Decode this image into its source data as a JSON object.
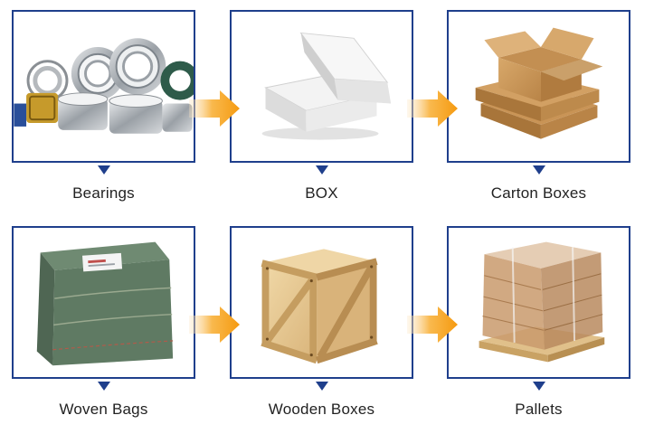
{
  "colors": {
    "frame": "#1f3f8c",
    "arrow": "#f7a21b",
    "text": "#222222"
  },
  "steps": [
    {
      "label": "Bearings",
      "icon": "bearings-image"
    },
    {
      "label": "BOX",
      "icon": "white-box-image"
    },
    {
      "label": "Carton Boxes",
      "icon": "carton-boxes-image"
    },
    {
      "label": "Woven Bags",
      "icon": "woven-bag-image"
    },
    {
      "label": "Wooden Boxes",
      "icon": "wooden-crate-image"
    },
    {
      "label": "Pallets",
      "icon": "pallet-image"
    }
  ]
}
